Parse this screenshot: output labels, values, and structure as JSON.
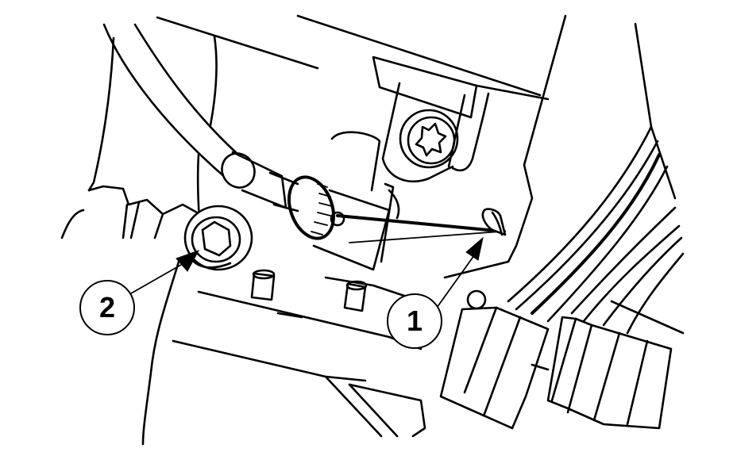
{
  "figure": {
    "type": "technical line drawing",
    "background": "#ffffff",
    "line_color": "#000000",
    "callouts": [
      {
        "id": "1",
        "label": "1",
        "target": "cable retaining clip / cable end engaged in bracket slot"
      },
      {
        "id": "2",
        "label": "2",
        "target": "hex bolt securing cable bracket"
      }
    ]
  }
}
